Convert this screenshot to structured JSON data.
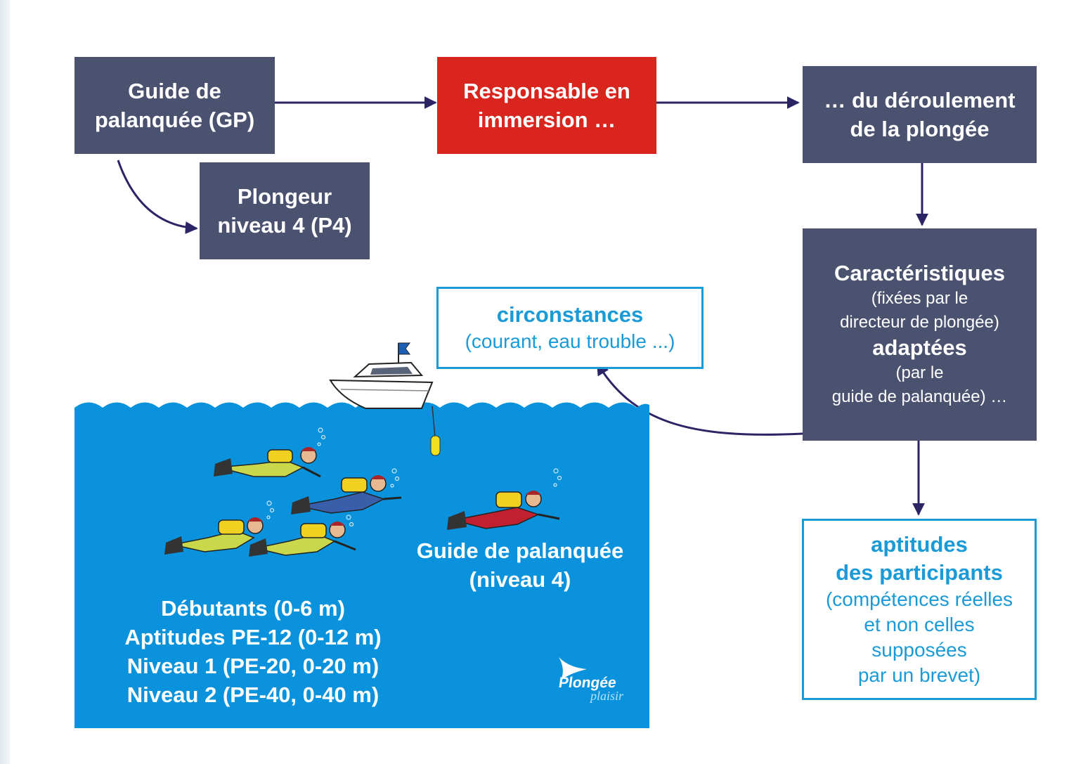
{
  "boxes": {
    "gp": {
      "lines": [
        "Guide de",
        "palanquée (GP)"
      ]
    },
    "p4": {
      "lines": [
        "Plongeur",
        "niveau 4 (P4)"
      ]
    },
    "responsable": {
      "lines": [
        "Responsable en",
        "immersion …"
      ]
    },
    "deroulement": {
      "lines": [
        "… du déroulement",
        "de la plongée"
      ]
    },
    "caracteristiques": {
      "title": "Caractéristiques",
      "sub1": [
        "(fixées par le",
        "directeur de plongée)"
      ],
      "title2": "adaptées",
      "sub2": [
        "(par le",
        "guide de palanquée) …"
      ]
    },
    "circonstances": {
      "title": "circonstances",
      "sub": "(courant, eau trouble ...)"
    },
    "aptitudes": {
      "title": [
        "aptitudes",
        "des participants"
      ],
      "sub": [
        "(compétences réelles",
        "et non celles",
        "supposées",
        "par un brevet)"
      ]
    }
  },
  "water": {
    "guide_label": [
      "Guide de palanquée",
      "(niveau 4)"
    ],
    "levels": [
      "Débutants (0-6 m)",
      "Aptitudes PE-12 (0-12 m)",
      "Niveau 1 (PE-20, 0-20 m)",
      "Niveau 2 (PE-40, 0-40 m)"
    ],
    "logo": {
      "main": "Plongée",
      "script": "plaisir"
    }
  },
  "colors": {
    "box_dark": "#4a5270",
    "box_red": "#d9251d",
    "accent_blue": "#1a9ad6",
    "water": "#0a93dc",
    "arrow": "#2b2566"
  }
}
